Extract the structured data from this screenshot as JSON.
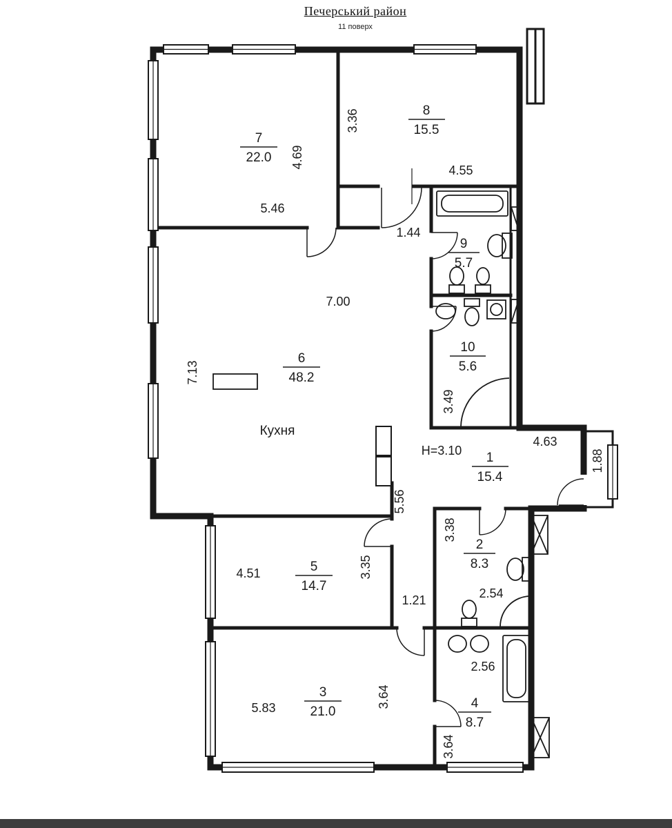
{
  "header": {
    "title": "Печерський район",
    "floor": "11 поверх"
  },
  "colors": {
    "height_note_text": "#3333aa",
    "wall_ink": "#1a1a1a"
  },
  "plan": {
    "kitchen_label": "Кухня",
    "height_note": "Н=3.10",
    "rooms": {
      "r1": {
        "number": "1",
        "area": "15.4"
      },
      "r2": {
        "number": "2",
        "area": "8.3"
      },
      "r3": {
        "number": "3",
        "area": "21.0"
      },
      "r4": {
        "number": "4",
        "area": "8.7"
      },
      "r5": {
        "number": "5",
        "area": "14.7"
      },
      "r6": {
        "number": "6",
        "area": "48.2"
      },
      "r7": {
        "number": "7",
        "area": "22.0"
      },
      "r8": {
        "number": "8",
        "area": "15.5"
      },
      "r9": {
        "number": "9",
        "area": "5.7"
      },
      "r10": {
        "number": "10",
        "area": "5.6"
      }
    },
    "dims": {
      "room7_w": "5.46",
      "room7_h": "4.69",
      "room8_h": "3.36",
      "room8_w": "4.55",
      "vestibule_w": "1.44",
      "room6_w": "7.00",
      "room6_h": "7.13",
      "bath10_h": "3.49",
      "hall_w": "4.63",
      "niche_d": "1.88",
      "corridor_h": "5.56",
      "room2_h": "3.38",
      "room2_w": "2.54",
      "room5_w": "4.51",
      "room5_h": "3.35",
      "corridor_w": "1.21",
      "room3_w": "5.83",
      "room3_h": "3.64",
      "room4_w": "2.56",
      "room4_h": "3.64"
    }
  }
}
